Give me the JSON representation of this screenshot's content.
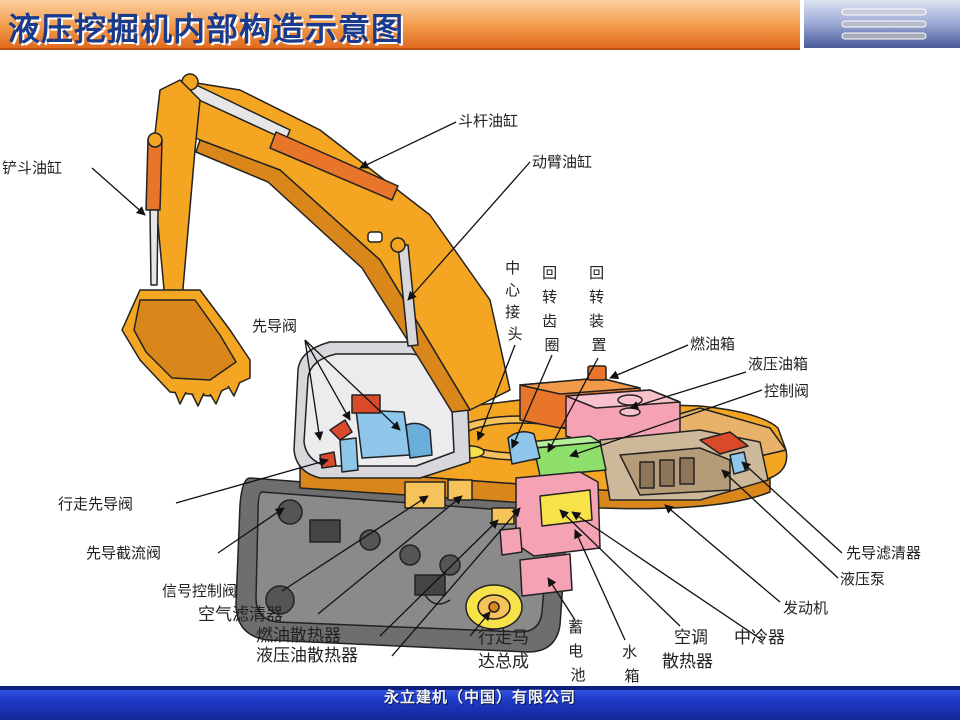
{
  "header": {
    "title": "液压挖掘机内部构造示意图",
    "logo_icon": "metal-bars-icon"
  },
  "diagram": {
    "labels": {
      "bucket_cylinder": "铲斗油缸",
      "stick_cylinder": "斗杆油缸",
      "boom_cylinder": "动臂油缸",
      "center_joint": "中心接头",
      "swing_ring": "回转齿圈",
      "swing_device": "回转装置",
      "pilot_valve": "先导阀",
      "fuel_tank": "燃油箱",
      "hydraulic_tank": "液压油箱",
      "control_valve": "控制阀",
      "travel_pilot_valve": "行走先导阀",
      "pilot_throttle_valve": "先导截流阀",
      "signal_control_valve": "信号控制阀",
      "air_filter": "空气滤清器",
      "fuel_cooler": "燃油散热器",
      "hydraulic_oil_cooler": "液压油散热器",
      "travel_motor": "行走马达总成",
      "battery": "蓄电池",
      "water_tank": "水箱",
      "ac_radiator": "空调散热器",
      "intercooler": "中冷器",
      "engine": "发动机",
      "hydraulic_pump": "液压泵",
      "pilot_filter": "先导滤清器"
    },
    "colors": {
      "body_orange": "#f4a623",
      "dark_orange": "#d9861a",
      "cylinder": "#e8752a",
      "cab_glass": "#d8d8dc",
      "seat_blue": "#8ec6ec",
      "pink_tank": "#f5a3b4",
      "green_valve": "#8ee06a",
      "yellow_block": "#f8e24a",
      "track": "#6e6e6e",
      "engine_tan": "#cdb89a"
    }
  },
  "footer": {
    "company": "永立建机（中国）有限公司"
  }
}
